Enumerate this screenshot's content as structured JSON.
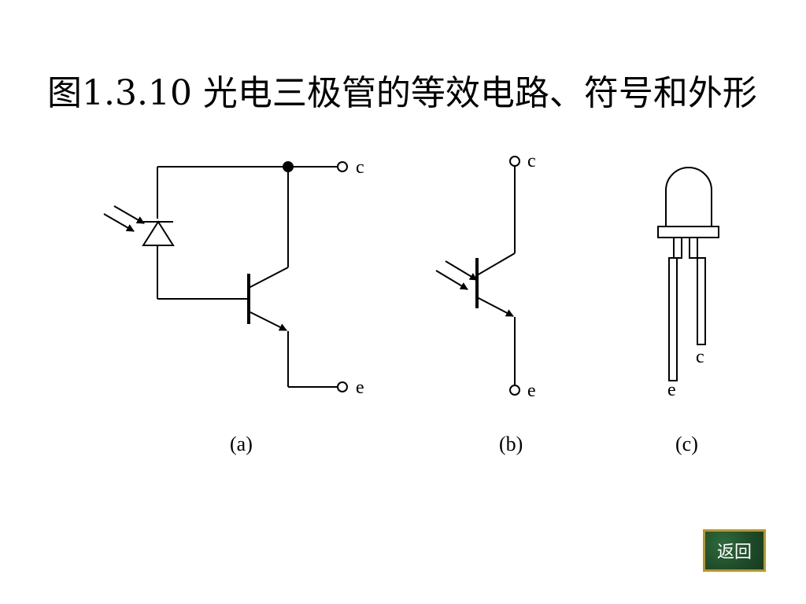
{
  "title": "图1.3.10 光电三极管的等效电路、符号和外形",
  "diagram_a": {
    "label_c": "c",
    "label_e": "e",
    "caption": "(a)"
  },
  "diagram_b": {
    "label_c": "c",
    "label_e": "e",
    "caption": "(b)"
  },
  "diagram_c": {
    "label_c": "c",
    "label_e": "e",
    "caption": "(c)"
  },
  "back_button": {
    "label": "返回"
  }
}
